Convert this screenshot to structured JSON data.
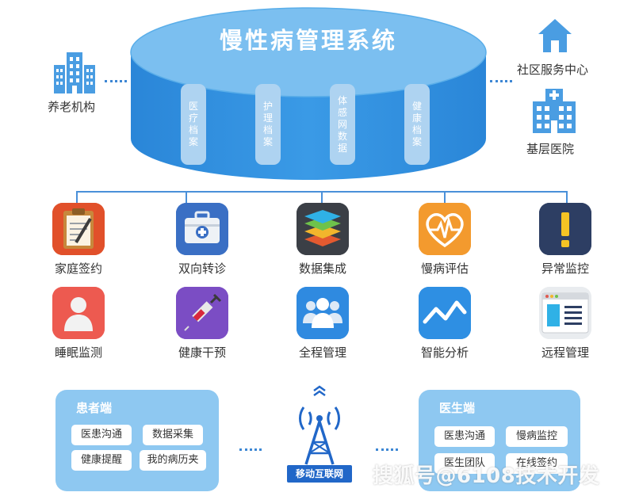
{
  "system": {
    "title": "慢性病管理系统",
    "archives": [
      "医疗档案",
      "护理档案",
      "体感网数据",
      "健康档案"
    ]
  },
  "institutions": {
    "left": {
      "label": "养老机构",
      "icon": "apartment-building-icon"
    },
    "right_top": {
      "label": "社区服务中心",
      "icon": "house-icon"
    },
    "right_bottom": {
      "label": "基层医院",
      "icon": "hospital-icon"
    }
  },
  "features": [
    {
      "label": "家庭签约",
      "icon": "clipboard-pen-icon"
    },
    {
      "label": "双向转诊",
      "icon": "medical-kit-icon"
    },
    {
      "label": "数据集成",
      "icon": "layers-icon"
    },
    {
      "label": "慢病评估",
      "icon": "heart-pulse-icon"
    },
    {
      "label": "异常监控",
      "icon": "exclamation-icon"
    },
    {
      "label": "睡眠监测",
      "icon": "person-icon"
    },
    {
      "label": "健康干预",
      "icon": "syringe-icon"
    },
    {
      "label": "全程管理",
      "icon": "group-icon"
    },
    {
      "label": "智能分析",
      "icon": "trend-line-icon"
    },
    {
      "label": "远程管理",
      "icon": "window-icon"
    }
  ],
  "patient_terminal": {
    "title": "患者端",
    "items": [
      "医患沟通",
      "数据采集",
      "健康提醒",
      "我的病历夹"
    ]
  },
  "doctor_terminal": {
    "title": "医生端",
    "items": [
      "医患沟通",
      "慢病监控",
      "医生团队",
      "在线签约"
    ]
  },
  "network": {
    "label": "移动互联网",
    "icon": "signal-tower-icon"
  },
  "watermark": "搜狐号@6108技术开发",
  "colors": {
    "cylinder_top": "#7bbff0",
    "cylinder_body": "#2e8ee0",
    "panel": "#8ec8f1",
    "accent": "#2167c8",
    "dots": "#3d87d4"
  }
}
